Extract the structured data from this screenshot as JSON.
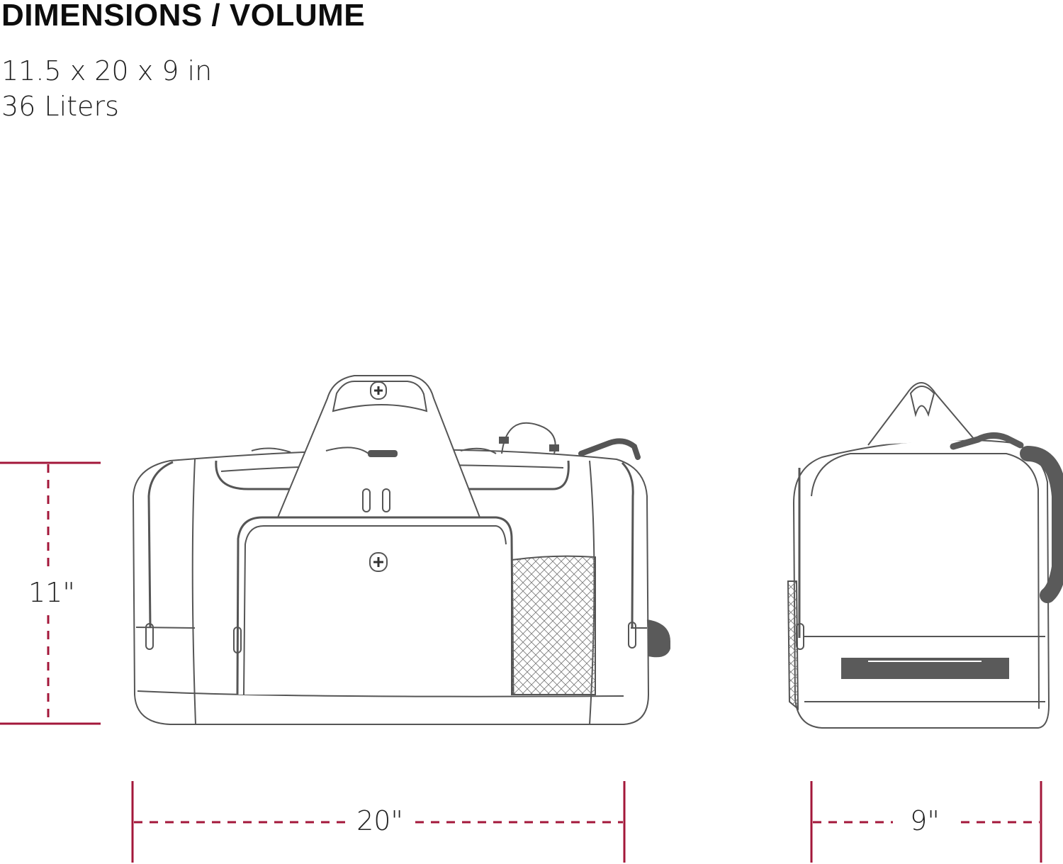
{
  "header": {
    "title": "DIMENSIONS / VOLUME",
    "dimensions_text": "11.5 x 20 x 9 in",
    "volume_text": "36 Liters"
  },
  "measurements": {
    "height_label": "11\"",
    "width_label": "20\"",
    "depth_label": "9\""
  },
  "views": {
    "front": "duffel-bag-front-view",
    "side": "duffel-bag-side-view"
  },
  "colors": {
    "dimension_line": "#a3173a",
    "outline": "#555555",
    "dark_fill": "#5a5a5a",
    "text": "#111111"
  }
}
